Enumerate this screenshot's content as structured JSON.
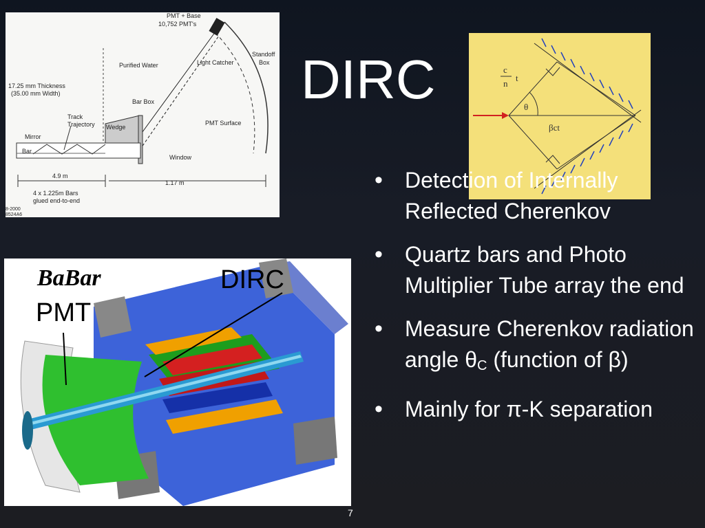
{
  "slide": {
    "title": "DIRC",
    "page_number": "7",
    "bullets": [
      {
        "text": "Detection of Internally Reflected Cherenkov"
      },
      {
        "text": "Quartz bars and Photo Multiplier Tube array the end"
      },
      {
        "pre": "Measure Cherenkov radiation angle θ",
        "sub": "C",
        "post": " (function of β)"
      },
      {
        "text": "Mainly for π-K separation"
      }
    ]
  },
  "schematic": {
    "pmt_base": "PMT + Base",
    "pmt_count": "10,752 PMT's",
    "standoff_box": "Standoff",
    "standoff_box2": "Box",
    "purified_water": "Purified Water",
    "light_catcher": "Light Catcher",
    "thickness": "17.25 mm Thickness",
    "width": "(35.00 mm Width)",
    "bar_box": "Bar Box",
    "track": "Track",
    "trajectory": "Trajectory",
    "wedge": "Wedge",
    "pmt_surface": "PMT Surface",
    "mirror": "Mirror",
    "bar": "Bar",
    "window": "Window",
    "len1": "4.9 m",
    "len2": "1.17 m",
    "bars1": "4 x 1.225m Bars",
    "bars2": "glued end-to-end",
    "code1": "8-2000",
    "code2": "8524A6"
  },
  "cone": {
    "c": "c",
    "n": "n",
    "t": "t",
    "theta": "θ",
    "beta_ct": "βct"
  },
  "detector": {
    "babar": "BaBar",
    "dirc_label": "DIRC",
    "pmt_label": "PMT"
  }
}
